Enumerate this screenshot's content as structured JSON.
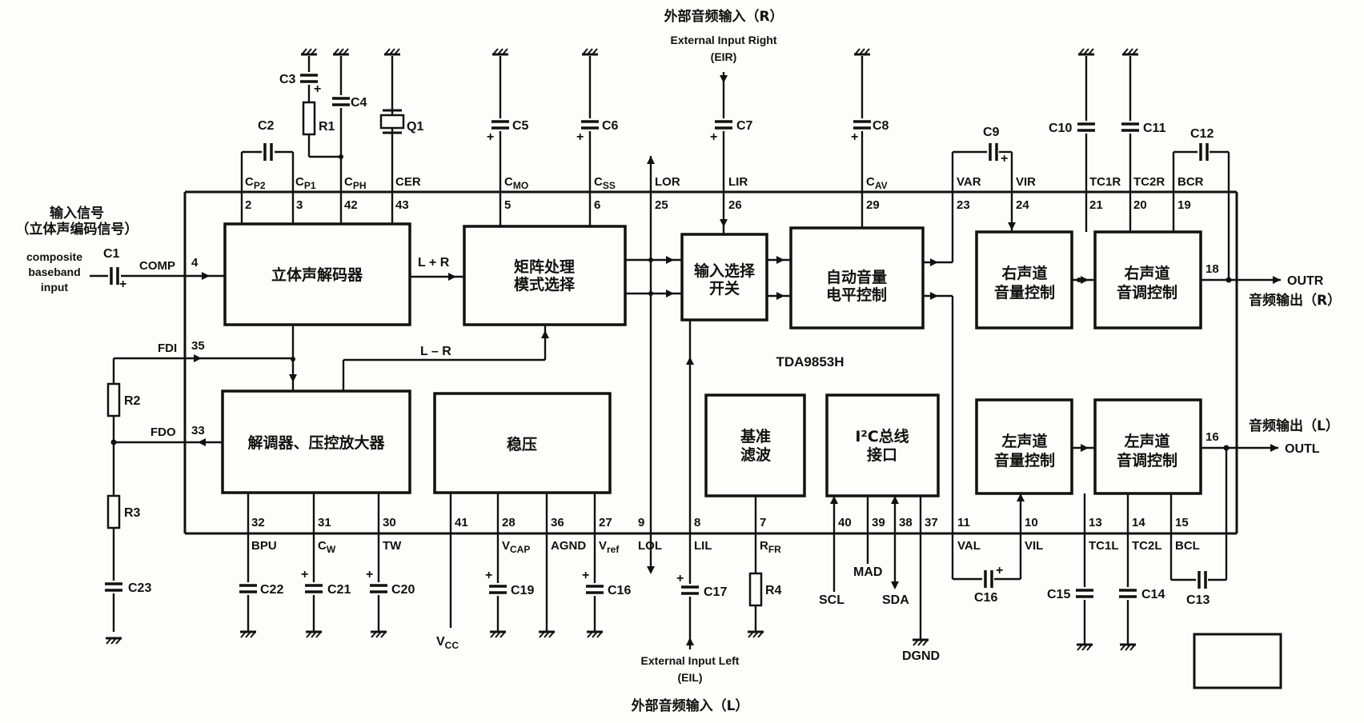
{
  "chip": {
    "name": "TDA9853H"
  },
  "blocks": {
    "stereo_decoder": "立体声解码器",
    "demodulator": "解调器、压控放大器",
    "matrix_line1": "矩阵处理",
    "matrix_line2": "模式选择",
    "input_switch_line1": "输入选择",
    "input_switch_line2": "开关",
    "avl_line1": "自动音量",
    "avl_line2": "电平控制",
    "right_volume_line1": "右声道",
    "right_volume_line2": "音量控制",
    "right_tone_line1": "右声道",
    "right_tone_line2": "音调控制",
    "left_volume_line1": "左声道",
    "left_volume_line2": "音量控制",
    "left_tone_line1": "左声道",
    "left_tone_line2": "音调控制",
    "regulator": "稳压",
    "ref_filter_line1": "基准",
    "ref_filter_line2": "滤波",
    "i2c_line1": "I²C总线",
    "i2c_line2": "接口"
  },
  "labels": {
    "input_signal_cn": "输入信号",
    "input_signal_sub_cn": "（立体声编码信号）",
    "composite_line1": "composite",
    "composite_line2": "baseband",
    "composite_line3": "input",
    "ext_right_cn": "外部音频输入（R）",
    "ext_right_en": "External Input Right",
    "ext_right_abbr": "(EIR)",
    "ext_left_cn": "外部音频输入（L）",
    "ext_left_en": "External Input Left",
    "ext_left_abbr": "(EIL)",
    "out_right_cn": "音频输出（R）",
    "out_right": "OUTR",
    "out_left_cn": "音频输出（L）",
    "out_left": "OUTL",
    "l_plus_r": "L + R",
    "l_minus_r": "L – R",
    "vcc_main": "V",
    "vcc_sub": "CC",
    "scl": "SCL",
    "sda": "SDA",
    "mad": "MAD",
    "dgnd": "DGND"
  },
  "pins": [
    {
      "num": "2",
      "name": "C",
      "sub": "P2"
    },
    {
      "num": "3",
      "name": "C",
      "sub": "P1"
    },
    {
      "num": "42",
      "name": "C",
      "sub": "PH"
    },
    {
      "num": "43",
      "name": "CER",
      "sub": ""
    },
    {
      "num": "5",
      "name": "C",
      "sub": "MO"
    },
    {
      "num": "6",
      "name": "C",
      "sub": "SS"
    },
    {
      "num": "25",
      "name": "LOR",
      "sub": ""
    },
    {
      "num": "26",
      "name": "LIR",
      "sub": ""
    },
    {
      "num": "29",
      "name": "C",
      "sub": "AV"
    },
    {
      "num": "23",
      "name": "VAR",
      "sub": ""
    },
    {
      "num": "24",
      "name": "VIR",
      "sub": ""
    },
    {
      "num": "21",
      "name": "TC1R",
      "sub": ""
    },
    {
      "num": "20",
      "name": "TC2R",
      "sub": ""
    },
    {
      "num": "19",
      "name": "BCR",
      "sub": ""
    },
    {
      "num": "18",
      "name": "",
      "sub": ""
    },
    {
      "num": "16",
      "name": "",
      "sub": ""
    },
    {
      "num": "4",
      "name": "COMP",
      "sub": ""
    },
    {
      "num": "35",
      "name": "FDI",
      "sub": ""
    },
    {
      "num": "33",
      "name": "FDO",
      "sub": ""
    },
    {
      "num": "32",
      "name": "BPU",
      "sub": ""
    },
    {
      "num": "31",
      "name": "C",
      "sub": "W"
    },
    {
      "num": "30",
      "name": "TW",
      "sub": ""
    },
    {
      "num": "41",
      "name": "",
      "sub": ""
    },
    {
      "num": "28",
      "name": "V",
      "sub": "CAP"
    },
    {
      "num": "36",
      "name": "AGND",
      "sub": ""
    },
    {
      "num": "27",
      "name": "V",
      "sub": "ref"
    },
    {
      "num": "9",
      "name": "LOL",
      "sub": ""
    },
    {
      "num": "8",
      "name": "LIL",
      "sub": ""
    },
    {
      "num": "7",
      "name": "R",
      "sub": "FR"
    },
    {
      "num": "40",
      "name": "",
      "sub": ""
    },
    {
      "num": "39",
      "name": "",
      "sub": ""
    },
    {
      "num": "38",
      "name": "",
      "sub": ""
    },
    {
      "num": "37",
      "name": "",
      "sub": ""
    },
    {
      "num": "11",
      "name": "VAL",
      "sub": ""
    },
    {
      "num": "10",
      "name": "VIL",
      "sub": ""
    },
    {
      "num": "13",
      "name": "TC1L",
      "sub": ""
    },
    {
      "num": "14",
      "name": "TC2L",
      "sub": ""
    },
    {
      "num": "15",
      "name": "BCL",
      "sub": ""
    }
  ],
  "components": {
    "C1": "C1",
    "C2": "C2",
    "C3": "C3",
    "C4": "C4",
    "C5": "C5",
    "C6": "C6",
    "C7": "C7",
    "C8": "C8",
    "C9": "C9",
    "C10": "C10",
    "C11": "C11",
    "C12": "C12",
    "C13": "C13",
    "C14": "C14",
    "C15": "C15",
    "C16a": "C16",
    "C16b": "C16",
    "C17": "C17",
    "C19": "C19",
    "C20": "C20",
    "C21": "C21",
    "C22": "C22",
    "C23": "C23",
    "R1": "R1",
    "R2": "R2",
    "R3": "R3",
    "R4": "R4",
    "Q1": "Q1",
    "plus": "+"
  }
}
